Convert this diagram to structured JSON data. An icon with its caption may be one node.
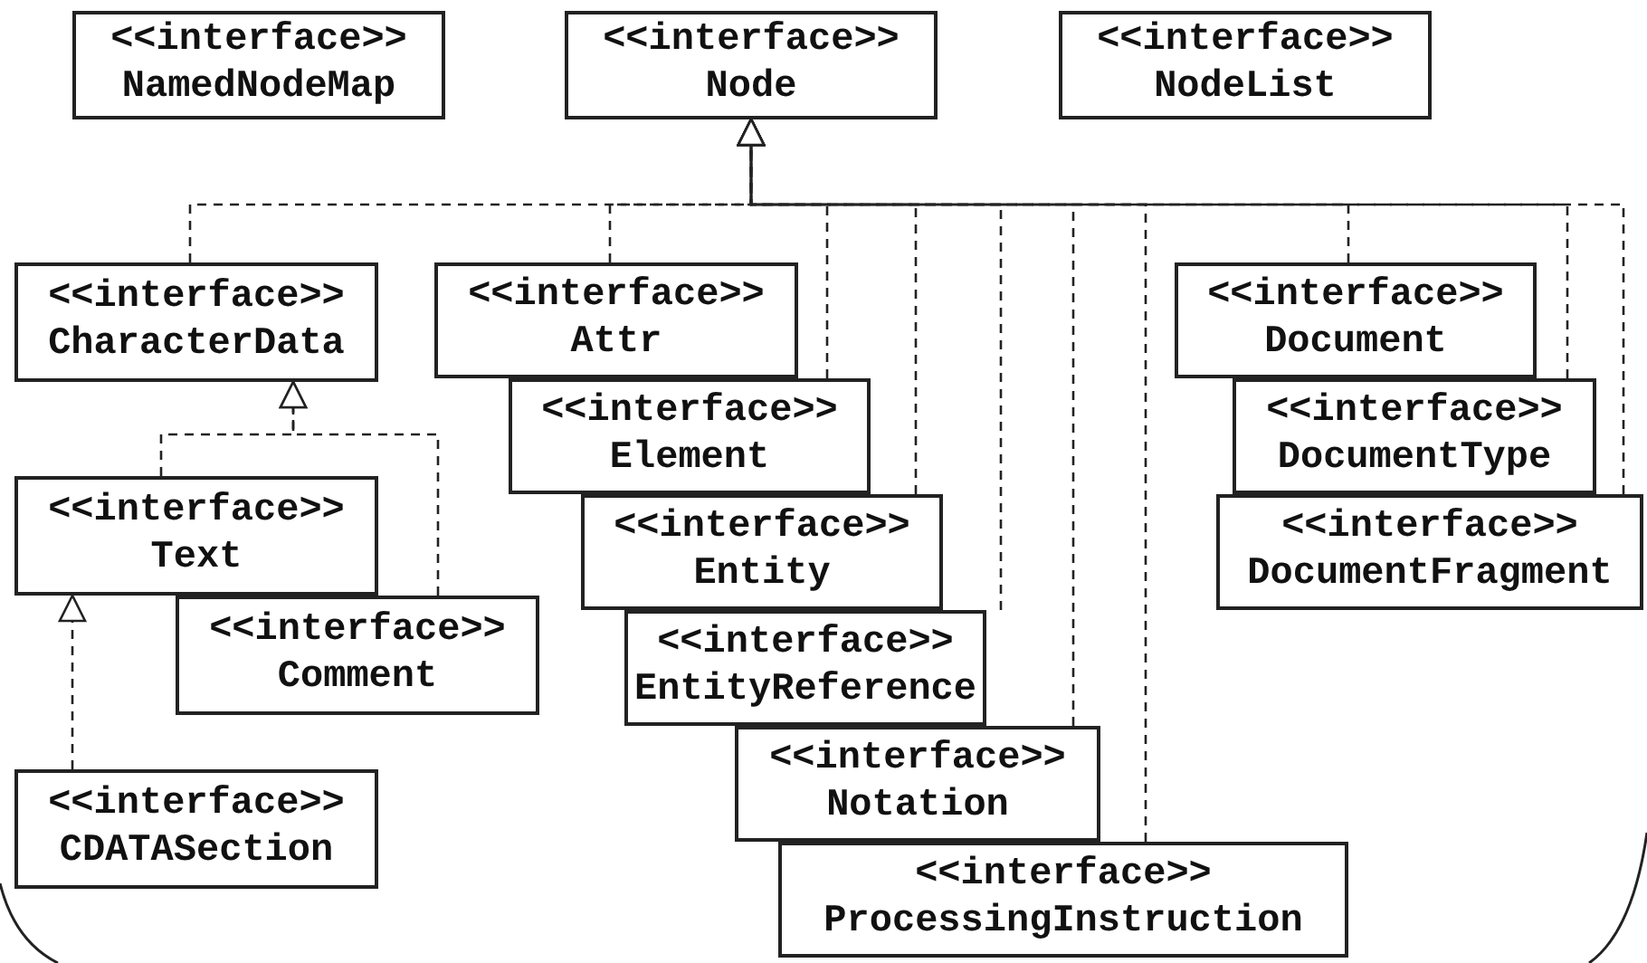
{
  "diagram": {
    "nodes": [
      {
        "text": [
          "<<interface>>",
          "NamedNodeMap"
        ]
      },
      {
        "text": [
          "<<interface>>",
          "Node"
        ]
      },
      {
        "text": [
          "<<interface>>",
          "NodeList"
        ]
      },
      {
        "text": [
          "<<interface>>",
          "CharacterData"
        ]
      },
      {
        "text": [
          "<<interface>>",
          "Attr"
        ]
      },
      {
        "text": [
          "<<interface>>",
          "Document"
        ]
      },
      {
        "text": [
          "<<interface>>",
          "Element"
        ]
      },
      {
        "text": [
          "<<interface>>",
          "DocumentType"
        ]
      },
      {
        "text": [
          "<<interface>>",
          "Text"
        ]
      },
      {
        "text": [
          "<<interface>>",
          "Entity"
        ]
      },
      {
        "text": [
          "<<interface>>",
          "DocumentFragment"
        ]
      },
      {
        "text": [
          "<<interface>>",
          "Comment"
        ]
      },
      {
        "text": [
          "<<interface>>",
          "EntityReference"
        ]
      },
      {
        "text": [
          "<<interface>>",
          "Notation"
        ]
      },
      {
        "text": [
          "<<interface>>",
          "CDATASection"
        ]
      },
      {
        "text": [
          "<<interface>>",
          "ProcessingInstruction"
        ]
      }
    ],
    "edges": [
      {
        "from": 3,
        "to": 1,
        "arrow": "to",
        "style": "dashed"
      },
      {
        "from": 4,
        "to": 1,
        "arrow": "to",
        "style": "dashed"
      },
      {
        "from": 6,
        "to": 1,
        "arrow": "to",
        "style": "dashed"
      },
      {
        "from": 9,
        "to": 1,
        "arrow": "to",
        "style": "dashed"
      },
      {
        "from": 12,
        "to": 1,
        "arrow": "to",
        "style": "dashed"
      },
      {
        "from": 13,
        "to": 1,
        "arrow": "to",
        "style": "dashed"
      },
      {
        "from": 15,
        "to": 1,
        "arrow": "to",
        "style": "dashed"
      },
      {
        "from": 5,
        "to": 1,
        "arrow": "to",
        "style": "dashed"
      },
      {
        "from": 7,
        "to": 1,
        "arrow": "to",
        "style": "dashed"
      },
      {
        "from": 10,
        "to": 1,
        "arrow": "to",
        "style": "dashed"
      },
      {
        "from": 8,
        "to": 3,
        "arrow": "to",
        "style": "dashed"
      },
      {
        "from": 11,
        "to": 3,
        "arrow": "to",
        "style": "dashed"
      },
      {
        "from": 14,
        "to": 8,
        "arrow": "to",
        "style": "dashed"
      }
    ]
  }
}
